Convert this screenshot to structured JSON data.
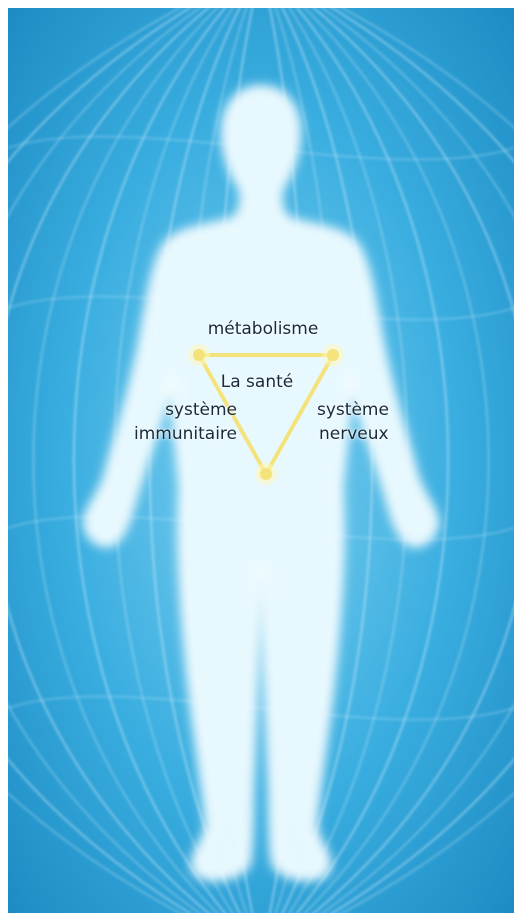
{
  "diagram": {
    "center_label": "La santé",
    "nodes": [
      {
        "id": "top",
        "label": "métabolisme"
      },
      {
        "id": "left",
        "label_lines": [
          "système",
          "immunitaire"
        ]
      },
      {
        "id": "right",
        "label_lines": [
          "système",
          "nerveux"
        ]
      }
    ]
  },
  "colors": {
    "background": "#2a9ed0",
    "field_lines": "#d9f2ff",
    "body_glow": "#e8f8ff",
    "triangle": "#f4e27a",
    "label_text": "#1a2a3a"
  }
}
